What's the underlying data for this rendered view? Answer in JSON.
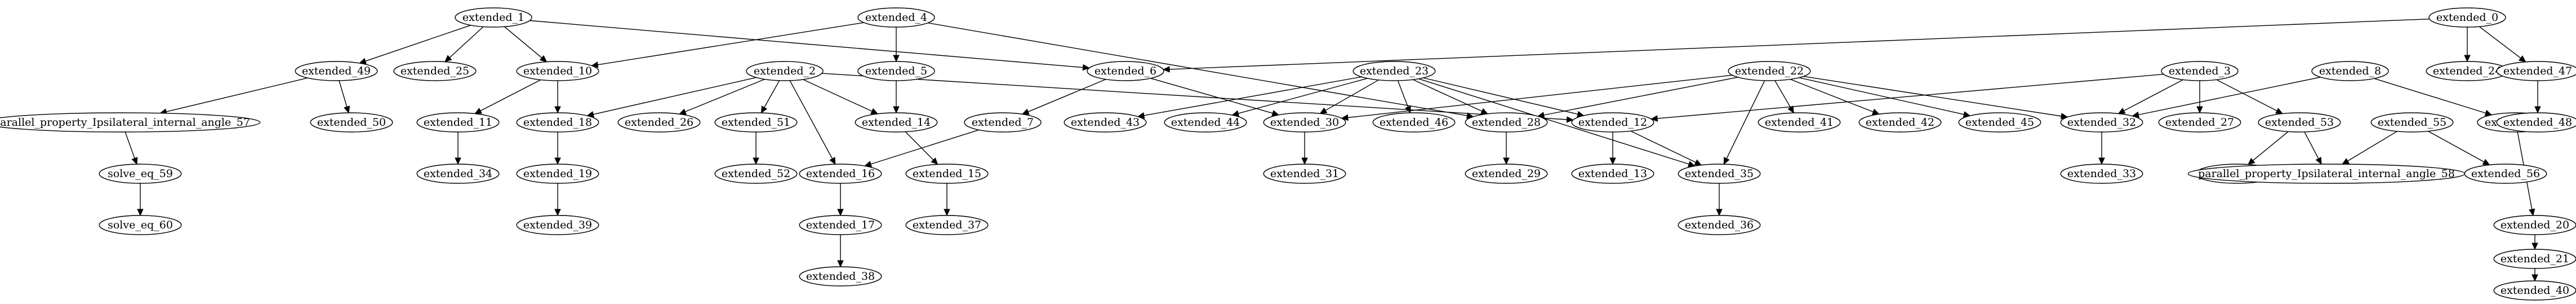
{
  "graph": {
    "directed": true,
    "colors": {
      "background": "#ffffff",
      "stroke": "#000000",
      "text": "#000000"
    },
    "nodes": [
      {
        "id": "extended_1",
        "label": "extended_1"
      },
      {
        "id": "extended_49",
        "label": "extended_49"
      },
      {
        "id": "extended_25",
        "label": "extended_25"
      },
      {
        "id": "extended_10",
        "label": "extended_10"
      },
      {
        "id": "extended_6",
        "label": "extended_6"
      },
      {
        "id": "parallel_property_Ipsilateral_internal_angle_57",
        "label": "parallel_property_Ipsilateral_internal_angle_57"
      },
      {
        "id": "extended_50",
        "label": "extended_50"
      },
      {
        "id": "solve_eq_59",
        "label": "solve_eq_59"
      },
      {
        "id": "solve_eq_60",
        "label": "solve_eq_60"
      },
      {
        "id": "extended_11",
        "label": "extended_11"
      },
      {
        "id": "extended_34",
        "label": "extended_34"
      },
      {
        "id": "extended_18",
        "label": "extended_18"
      },
      {
        "id": "extended_19",
        "label": "extended_19"
      },
      {
        "id": "extended_39",
        "label": "extended_39"
      },
      {
        "id": "extended_2",
        "label": "extended_2"
      },
      {
        "id": "extended_26",
        "label": "extended_26"
      },
      {
        "id": "extended_51",
        "label": "extended_51"
      },
      {
        "id": "extended_52",
        "label": "extended_52"
      },
      {
        "id": "extended_14",
        "label": "extended_14"
      },
      {
        "id": "extended_15",
        "label": "extended_15"
      },
      {
        "id": "extended_37",
        "label": "extended_37"
      },
      {
        "id": "extended_16",
        "label": "extended_16"
      },
      {
        "id": "extended_17",
        "label": "extended_17"
      },
      {
        "id": "extended_38",
        "label": "extended_38"
      },
      {
        "id": "extended_12",
        "label": "extended_12"
      },
      {
        "id": "extended_4",
        "label": "extended_4"
      },
      {
        "id": "extended_5",
        "label": "extended_5"
      },
      {
        "id": "extended_28",
        "label": "extended_28"
      },
      {
        "id": "extended_7",
        "label": "extended_7"
      },
      {
        "id": "extended_30",
        "label": "extended_30"
      },
      {
        "id": "extended_31",
        "label": "extended_31"
      },
      {
        "id": "extended_23",
        "label": "extended_23"
      },
      {
        "id": "extended_43",
        "label": "extended_43"
      },
      {
        "id": "extended_44",
        "label": "extended_44"
      },
      {
        "id": "extended_46",
        "label": "extended_46"
      },
      {
        "id": "extended_35",
        "label": "extended_35"
      },
      {
        "id": "extended_29",
        "label": "extended_29"
      },
      {
        "id": "extended_13",
        "label": "extended_13"
      },
      {
        "id": "extended_36",
        "label": "extended_36"
      },
      {
        "id": "extended_22",
        "label": "extended_22"
      },
      {
        "id": "extended_41",
        "label": "extended_41"
      },
      {
        "id": "extended_42",
        "label": "extended_42"
      },
      {
        "id": "extended_45",
        "label": "extended_45"
      },
      {
        "id": "extended_32",
        "label": "extended_32"
      },
      {
        "id": "extended_33",
        "label": "extended_33"
      },
      {
        "id": "extended_3",
        "label": "extended_3"
      },
      {
        "id": "extended_27",
        "label": "extended_27"
      },
      {
        "id": "extended_53",
        "label": "extended_53"
      },
      {
        "id": "extended_54",
        "label": "extended_54"
      },
      {
        "id": "extended_8",
        "label": "extended_8"
      },
      {
        "id": "extended_9",
        "label": "extended_9"
      },
      {
        "id": "extended_55",
        "label": "extended_55"
      },
      {
        "id": "parallel_property_Ipsilateral_internal_angle_58",
        "label": "parallel_property_Ipsilateral_internal_angle_58"
      },
      {
        "id": "extended_56",
        "label": "extended_56"
      },
      {
        "id": "extended_20",
        "label": "extended_20"
      },
      {
        "id": "extended_21",
        "label": "extended_21"
      },
      {
        "id": "extended_40",
        "label": "extended_40"
      },
      {
        "id": "extended_0",
        "label": "extended_0"
      },
      {
        "id": "extended_24",
        "label": "extended_24"
      },
      {
        "id": "extended_47",
        "label": "extended_47"
      },
      {
        "id": "extended_48",
        "label": "extended_48"
      }
    ],
    "edges": [
      {
        "from": "extended_1",
        "to": "extended_49"
      },
      {
        "from": "extended_1",
        "to": "extended_25"
      },
      {
        "from": "extended_1",
        "to": "extended_10"
      },
      {
        "from": "extended_1",
        "to": "extended_6"
      },
      {
        "from": "extended_49",
        "to": "parallel_property_Ipsilateral_internal_angle_57"
      },
      {
        "from": "extended_49",
        "to": "extended_50"
      },
      {
        "from": "parallel_property_Ipsilateral_internal_angle_57",
        "to": "solve_eq_59"
      },
      {
        "from": "solve_eq_59",
        "to": "solve_eq_60"
      },
      {
        "from": "extended_10",
        "to": "extended_11"
      },
      {
        "from": "extended_10",
        "to": "extended_18"
      },
      {
        "from": "extended_11",
        "to": "extended_34"
      },
      {
        "from": "extended_18",
        "to": "extended_19"
      },
      {
        "from": "extended_19",
        "to": "extended_39"
      },
      {
        "from": "extended_2",
        "to": "extended_18"
      },
      {
        "from": "extended_2",
        "to": "extended_26"
      },
      {
        "from": "extended_2",
        "to": "extended_51"
      },
      {
        "from": "extended_2",
        "to": "extended_14"
      },
      {
        "from": "extended_2",
        "to": "extended_16"
      },
      {
        "from": "extended_2",
        "to": "extended_12"
      },
      {
        "from": "extended_51",
        "to": "extended_52"
      },
      {
        "from": "extended_14",
        "to": "extended_15"
      },
      {
        "from": "extended_15",
        "to": "extended_37"
      },
      {
        "from": "extended_16",
        "to": "extended_17"
      },
      {
        "from": "extended_17",
        "to": "extended_38"
      },
      {
        "from": "extended_4",
        "to": "extended_10"
      },
      {
        "from": "extended_4",
        "to": "extended_5"
      },
      {
        "from": "extended_4",
        "to": "extended_28"
      },
      {
        "from": "extended_5",
        "to": "extended_14"
      },
      {
        "from": "extended_6",
        "to": "extended_7"
      },
      {
        "from": "extended_6",
        "to": "extended_30"
      },
      {
        "from": "extended_7",
        "to": "extended_16"
      },
      {
        "from": "extended_30",
        "to": "extended_31"
      },
      {
        "from": "extended_23",
        "to": "extended_43"
      },
      {
        "from": "extended_23",
        "to": "extended_44"
      },
      {
        "from": "extended_23",
        "to": "extended_30"
      },
      {
        "from": "extended_23",
        "to": "extended_46"
      },
      {
        "from": "extended_23",
        "to": "extended_28"
      },
      {
        "from": "extended_23",
        "to": "extended_12"
      },
      {
        "from": "extended_23",
        "to": "extended_35"
      },
      {
        "from": "extended_28",
        "to": "extended_29"
      },
      {
        "from": "extended_12",
        "to": "extended_13"
      },
      {
        "from": "extended_12",
        "to": "extended_35"
      },
      {
        "from": "extended_35",
        "to": "extended_36"
      },
      {
        "from": "extended_22",
        "to": "extended_30"
      },
      {
        "from": "extended_22",
        "to": "extended_28"
      },
      {
        "from": "extended_22",
        "to": "extended_35"
      },
      {
        "from": "extended_22",
        "to": "extended_41"
      },
      {
        "from": "extended_22",
        "to": "extended_42"
      },
      {
        "from": "extended_22",
        "to": "extended_45"
      },
      {
        "from": "extended_22",
        "to": "extended_32"
      },
      {
        "from": "extended_32",
        "to": "extended_33"
      },
      {
        "from": "extended_3",
        "to": "extended_12"
      },
      {
        "from": "extended_3",
        "to": "extended_27"
      },
      {
        "from": "extended_3",
        "to": "extended_53"
      },
      {
        "from": "extended_3",
        "to": "extended_32"
      },
      {
        "from": "extended_53",
        "to": "extended_54"
      },
      {
        "from": "extended_53",
        "to": "parallel_property_Ipsilateral_internal_angle_58"
      },
      {
        "from": "extended_8",
        "to": "extended_32"
      },
      {
        "from": "extended_8",
        "to": "extended_9"
      },
      {
        "from": "extended_9",
        "to": "extended_20"
      },
      {
        "from": "extended_55",
        "to": "parallel_property_Ipsilateral_internal_angle_58"
      },
      {
        "from": "extended_55",
        "to": "extended_56"
      },
      {
        "from": "extended_20",
        "to": "extended_21"
      },
      {
        "from": "extended_21",
        "to": "extended_40"
      },
      {
        "from": "extended_0",
        "to": "extended_6"
      },
      {
        "from": "extended_0",
        "to": "extended_24"
      },
      {
        "from": "extended_0",
        "to": "extended_47"
      },
      {
        "from": "extended_47",
        "to": "extended_48"
      }
    ]
  }
}
